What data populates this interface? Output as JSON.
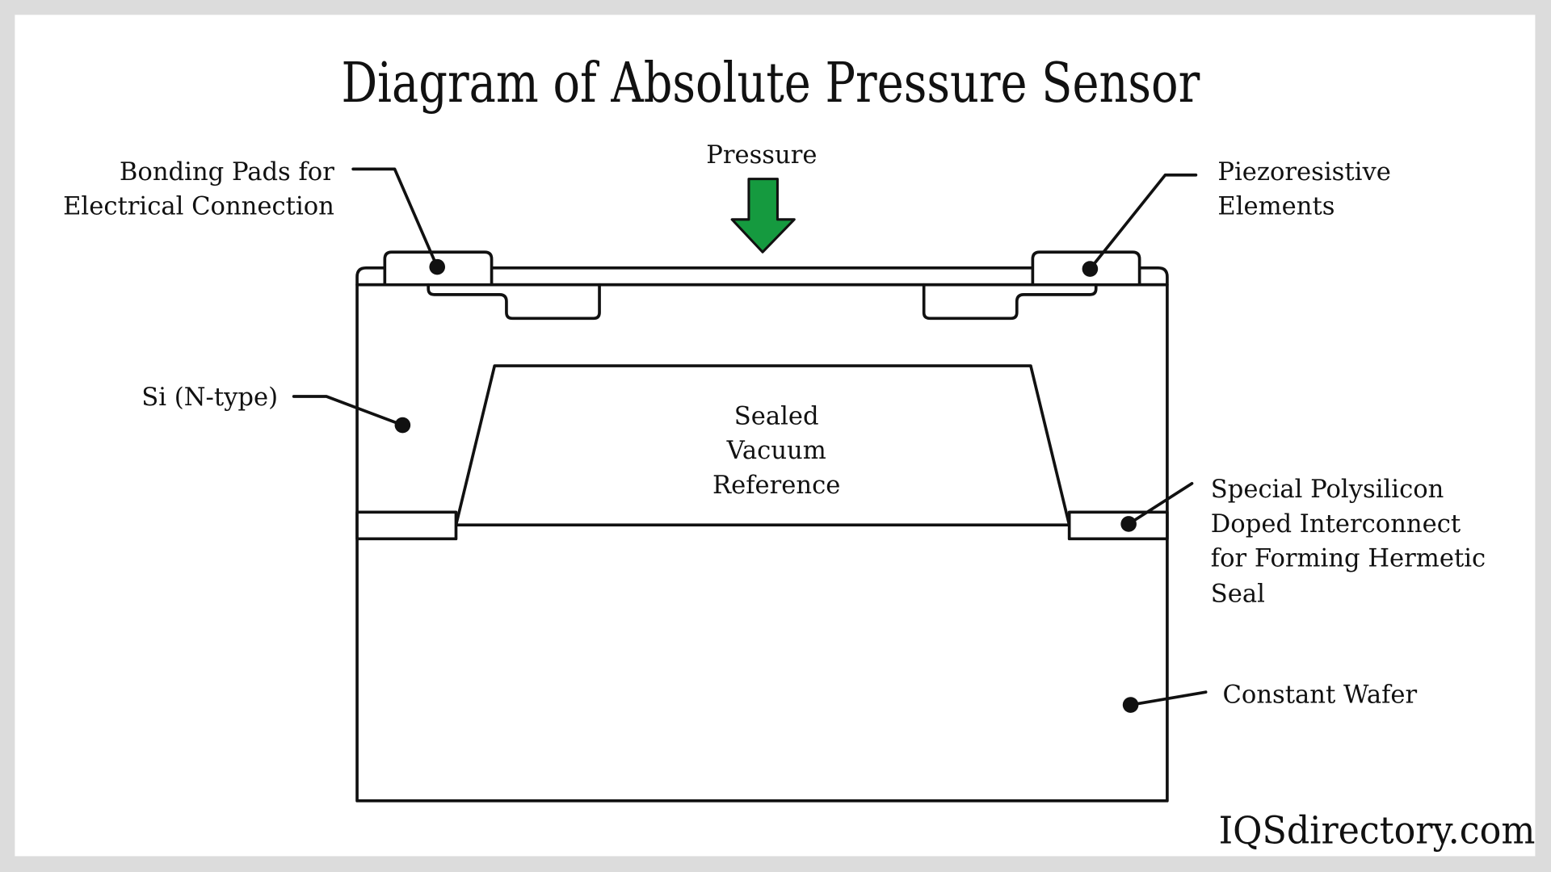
{
  "title": "Diagram of Absolute Pressure Sensor",
  "labels": {
    "bonding_pads": [
      "Bonding Pads for",
      "Electrical Connection"
    ],
    "pressure": "Pressure",
    "piezoresistive": [
      "Piezoresistive",
      "Elements"
    ],
    "si_ntype": "Si (N-type)",
    "vacuum": [
      "Sealed",
      "Vacuum",
      "Reference"
    ],
    "polysilicon": [
      "Special Polysilicon",
      "Doped Interconnect",
      "for Forming Hermetic",
      "Seal"
    ],
    "wafer": "Constant Wafer"
  },
  "brand": "IQSdirectory.com",
  "colors": {
    "arrow": "#159a3f",
    "line": "#111111",
    "frame": "#dcdcdc"
  }
}
